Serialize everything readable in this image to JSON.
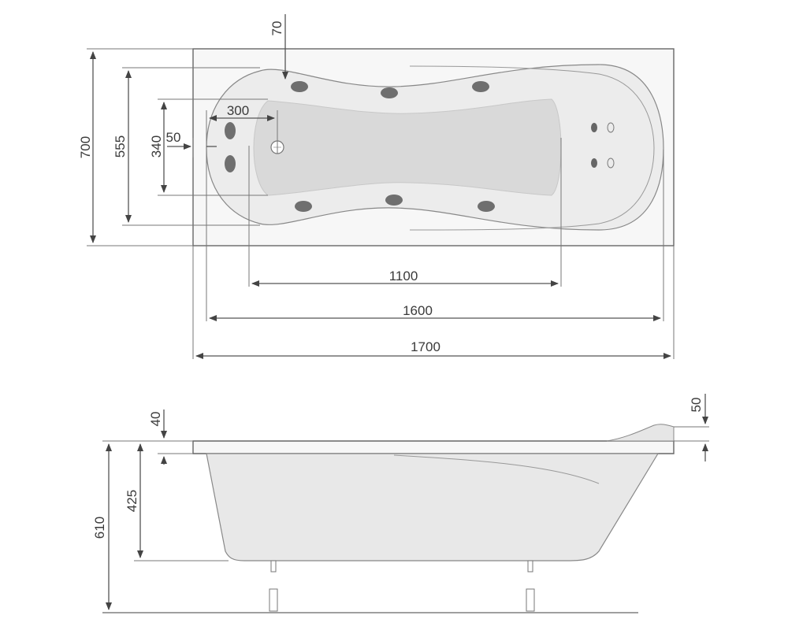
{
  "top_view": {
    "dimensions": {
      "overall_width": "700",
      "inner_width": "555",
      "bottom_width": "340",
      "jet_offset": "50",
      "drain_offset": "300",
      "rim_offset": "70",
      "bottom_length": "1100",
      "inner_length": "1600",
      "overall_length": "1700"
    }
  },
  "side_view": {
    "dimensions": {
      "rim_thickness": "40",
      "inner_depth": "425",
      "total_height": "610",
      "headrest_height": "50"
    }
  },
  "colors": {
    "line": "#555555",
    "shell_fill": "#ededed",
    "basin_fill": "#dcdcdc",
    "jet_fill": "#6f6f6f"
  }
}
